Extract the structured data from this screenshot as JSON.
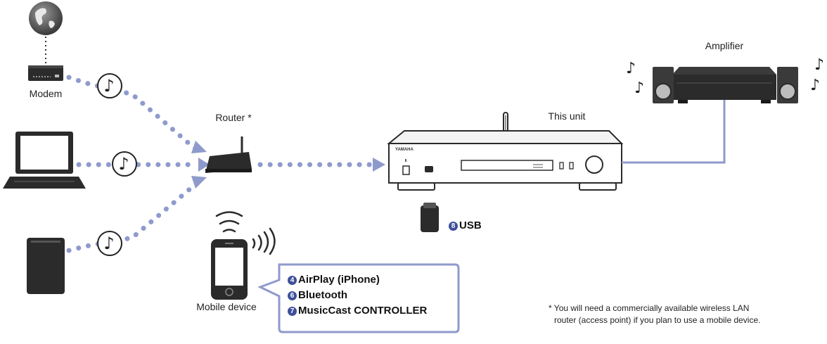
{
  "labels": {
    "modem": "Modem",
    "router": "Router *",
    "this_unit": "This unit",
    "amplifier": "Amplifier",
    "mobile_device": "Mobile device"
  },
  "usb": {
    "badge": "8",
    "label": "USB"
  },
  "callout": [
    {
      "badge": "4",
      "label": "AirPlay (iPhone)"
    },
    {
      "badge": "6",
      "label": "Bluetooth"
    },
    {
      "badge": "7",
      "label": "MusicCast CONTROLLER"
    }
  ],
  "footnote": {
    "line1": "* You will need a commercially available wireless LAN",
    "line2": "router (access point) if you plan to use a mobile device."
  },
  "colors": {
    "dots": "#8f9acc",
    "callout_border": "#8f9acc",
    "badge": "#3d4f9a",
    "device_dark": "#2b2b2b",
    "cable": "#8f9acc"
  },
  "icons": [
    "globe-icon",
    "music-note-icon",
    "wifi-waves-icon",
    "usb-stick-icon",
    "antenna-icon"
  ]
}
